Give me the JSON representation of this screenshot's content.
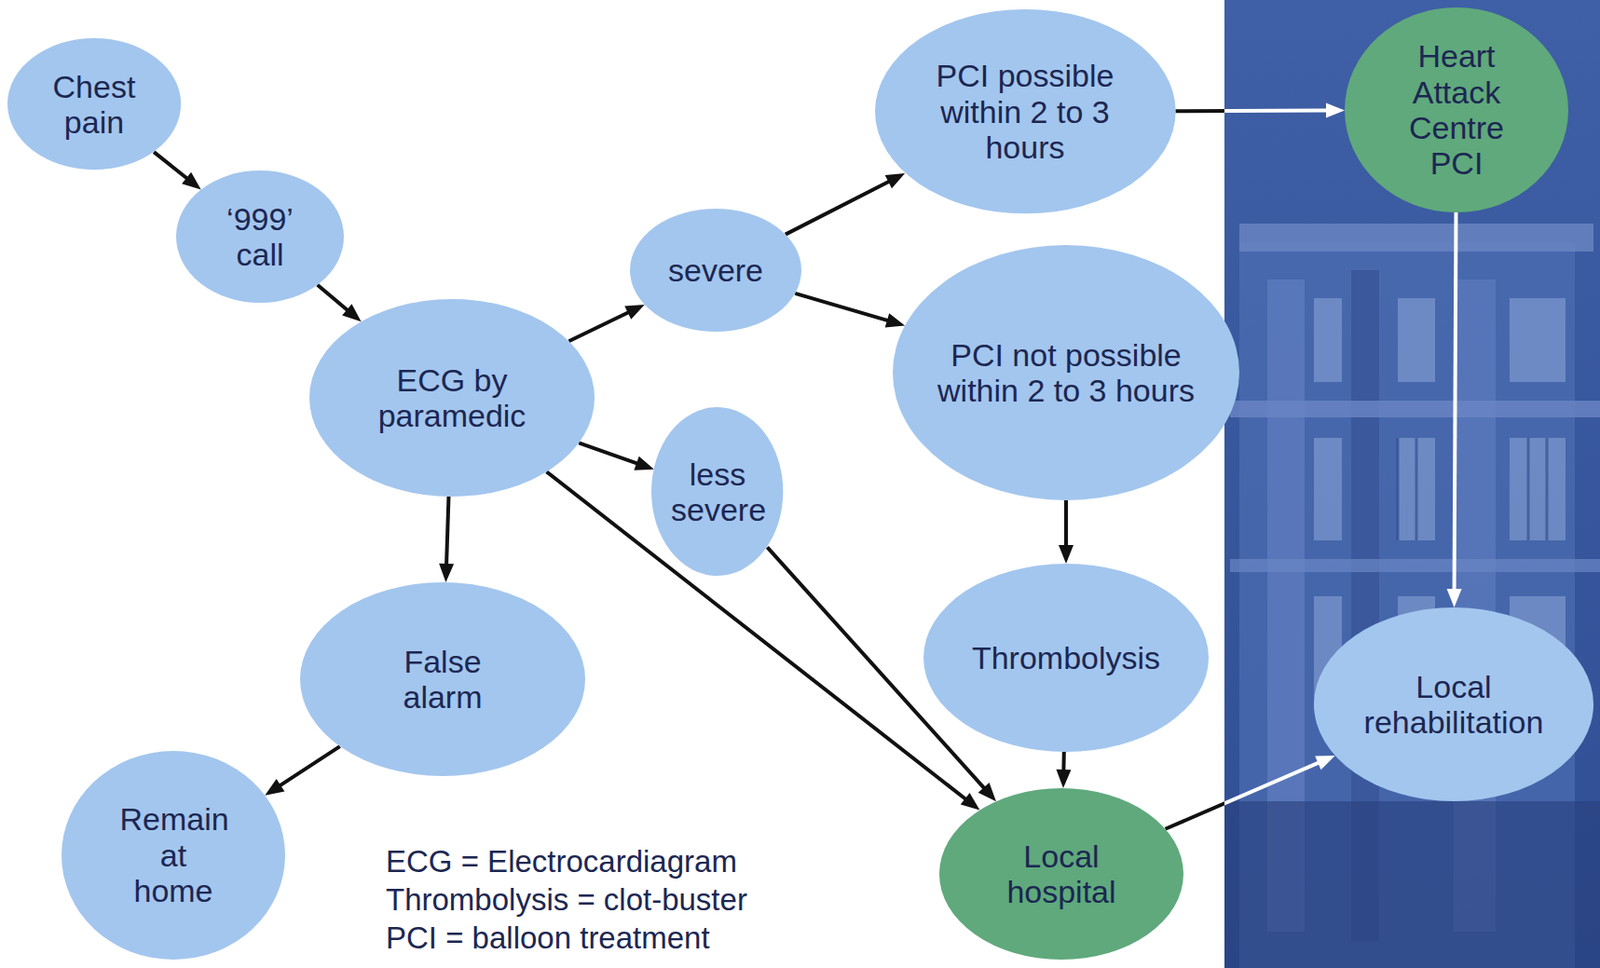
{
  "diagram": {
    "nodes": [
      {
        "text": [
          "Chest pain"
        ]
      },
      {
        "text": [
          "‘999’ call"
        ]
      },
      {
        "text": [
          "ECG by paramedic"
        ]
      },
      {
        "text": [
          "severe"
        ]
      },
      {
        "text": [
          "PCI possible within 2 to 3 hours"
        ]
      },
      {
        "text": [
          "Heart Attack Centre PCI"
        ]
      },
      {
        "text": [
          "PCI not possible within 2 to 3 hours"
        ]
      },
      {
        "text": [
          "less severe"
        ]
      },
      {
        "text": [
          "False alarm"
        ]
      },
      {
        "text": [
          "Thrombolysis"
        ]
      },
      {
        "text": [
          "Local rehabilitation"
        ]
      },
      {
        "text": [
          "Remain at home"
        ]
      },
      {
        "text": [
          "Local hospital"
        ]
      }
    ],
    "edges": [
      {
        "from": 0,
        "to": 1,
        "arrow": "to"
      },
      {
        "from": 1,
        "to": 2,
        "arrow": "to"
      },
      {
        "from": 2,
        "to": 3,
        "arrow": "to"
      },
      {
        "from": 2,
        "to": 7,
        "arrow": "to"
      },
      {
        "from": 2,
        "to": 8,
        "arrow": "to"
      },
      {
        "from": 2,
        "to": 12,
        "arrow": "to"
      },
      {
        "from": 3,
        "to": 4,
        "arrow": "to"
      },
      {
        "from": 3,
        "to": 6,
        "arrow": "to"
      },
      {
        "from": 4,
        "to": 5,
        "arrow": "to"
      },
      {
        "from": 5,
        "to": 10,
        "arrow": "to"
      },
      {
        "from": 6,
        "to": 9,
        "arrow": "to"
      },
      {
        "from": 9,
        "to": 12,
        "arrow": "to"
      },
      {
        "from": 7,
        "to": 12,
        "arrow": "to"
      },
      {
        "from": 8,
        "to": 11,
        "arrow": "to"
      },
      {
        "from": 12,
        "to": 10,
        "arrow": "to"
      }
    ],
    "labels": [
      "ECG = Electrocardiagram",
      "Thrombolysis = clot-buster",
      "PCI = balloon treatment"
    ]
  }
}
